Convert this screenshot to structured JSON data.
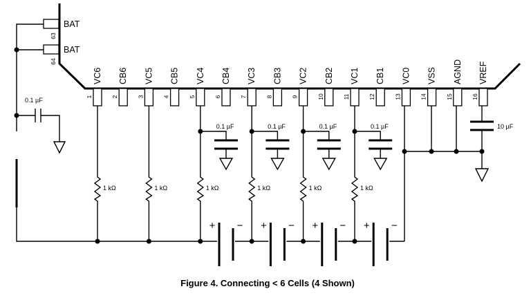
{
  "figure": {
    "caption": "Figure 4.  Connecting < 6 Cells (4 Shown)"
  },
  "side_pins": [
    {
      "name": "BAT",
      "number": "63"
    },
    {
      "name": "BAT",
      "number": "64"
    }
  ],
  "top_pins": [
    {
      "name": "VC6",
      "number": "1"
    },
    {
      "name": "CB6",
      "number": "2"
    },
    {
      "name": "VC5",
      "number": "3"
    },
    {
      "name": "CB5",
      "number": "4"
    },
    {
      "name": "VC4",
      "number": "5"
    },
    {
      "name": "CB4",
      "number": "6"
    },
    {
      "name": "VC3",
      "number": "7"
    },
    {
      "name": "CB3",
      "number": "8"
    },
    {
      "name": "VC2",
      "number": "9"
    },
    {
      "name": "CB2",
      "number": "10"
    },
    {
      "name": "VC1",
      "number": "11"
    },
    {
      "name": "CB1",
      "number": "12"
    },
    {
      "name": "VC0",
      "number": "13"
    },
    {
      "name": "VSS",
      "number": "14"
    },
    {
      "name": "AGND",
      "number": "15"
    },
    {
      "name": "VREF",
      "number": "16"
    }
  ],
  "components": {
    "bat_cap": "0.1 µF",
    "cell_cap": "0.1 µF",
    "vref_cap": "10 µF",
    "resistor": "1 kΩ"
  },
  "polarity": {
    "plus": "+",
    "minus": "−"
  }
}
